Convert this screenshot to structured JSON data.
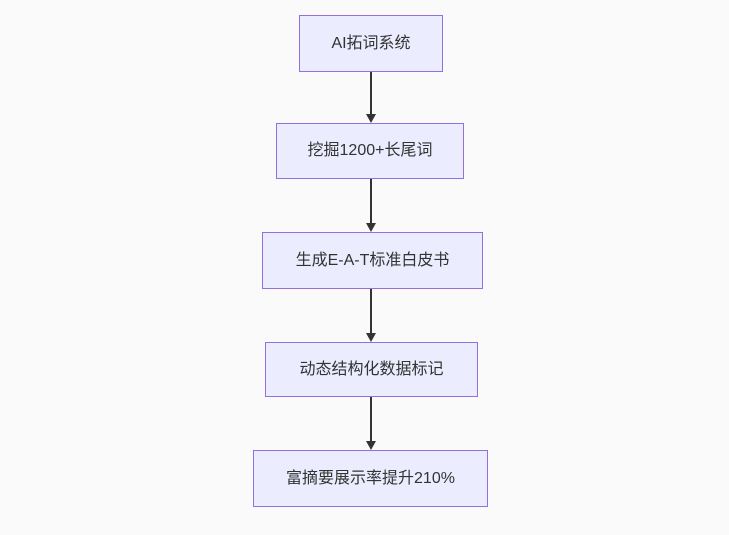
{
  "diagram": {
    "type": "flowchart",
    "direction": "top-down",
    "background": "#fafafa",
    "node_style": {
      "fill": "#ECECFF",
      "border": "#9370DB",
      "text_color": "#333333"
    },
    "arrow_color": "#333333",
    "nodes": [
      {
        "id": "node-1",
        "label": "AI拓词系统"
      },
      {
        "id": "node-2",
        "label": "挖掘1200+长尾词"
      },
      {
        "id": "node-3",
        "label": "生成E-A-T标准白皮书"
      },
      {
        "id": "node-4",
        "label": "动态结构化数据标记"
      },
      {
        "id": "node-5",
        "label": "富摘要展示率提升210%"
      }
    ],
    "edges": [
      {
        "from": "node-1",
        "to": "node-2",
        "label": ""
      },
      {
        "from": "node-2",
        "to": "node-3",
        "label": ""
      },
      {
        "from": "node-3",
        "to": "node-4",
        "label": ""
      },
      {
        "from": "node-4",
        "to": "node-5",
        "label": ""
      }
    ]
  }
}
